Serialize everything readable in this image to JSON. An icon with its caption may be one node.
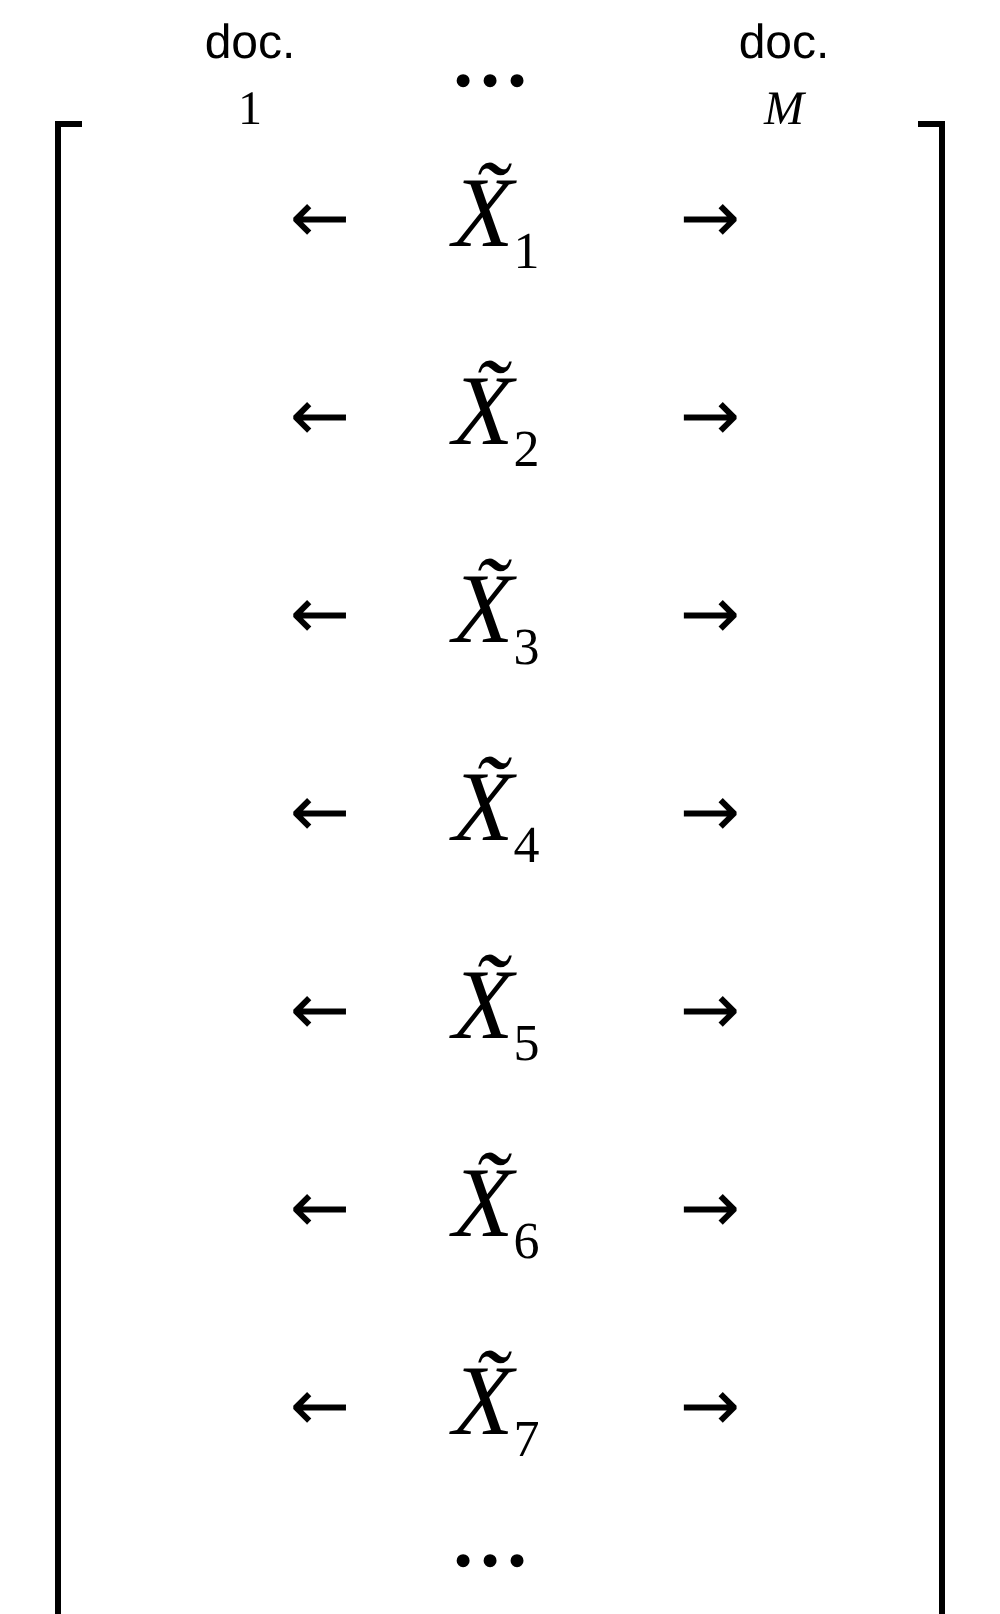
{
  "diagram": {
    "labels": [
      "doc.",
      "1",
      "…",
      "doc.",
      "M",
      "←",
      "*X̃*$_{1}$",
      "→",
      "←",
      "*X̃*$_{2}$",
      "→",
      "←",
      "*X̃*$_{3}$",
      "→",
      "←",
      "*X̃*$_{4}$",
      "→",
      "←",
      "*X̃*$_{5}$",
      "→",
      "←",
      "*X̃*$_{6}$",
      "→",
      "←",
      "*X̃*$_{7}$",
      "→",
      "…"
    ]
  }
}
